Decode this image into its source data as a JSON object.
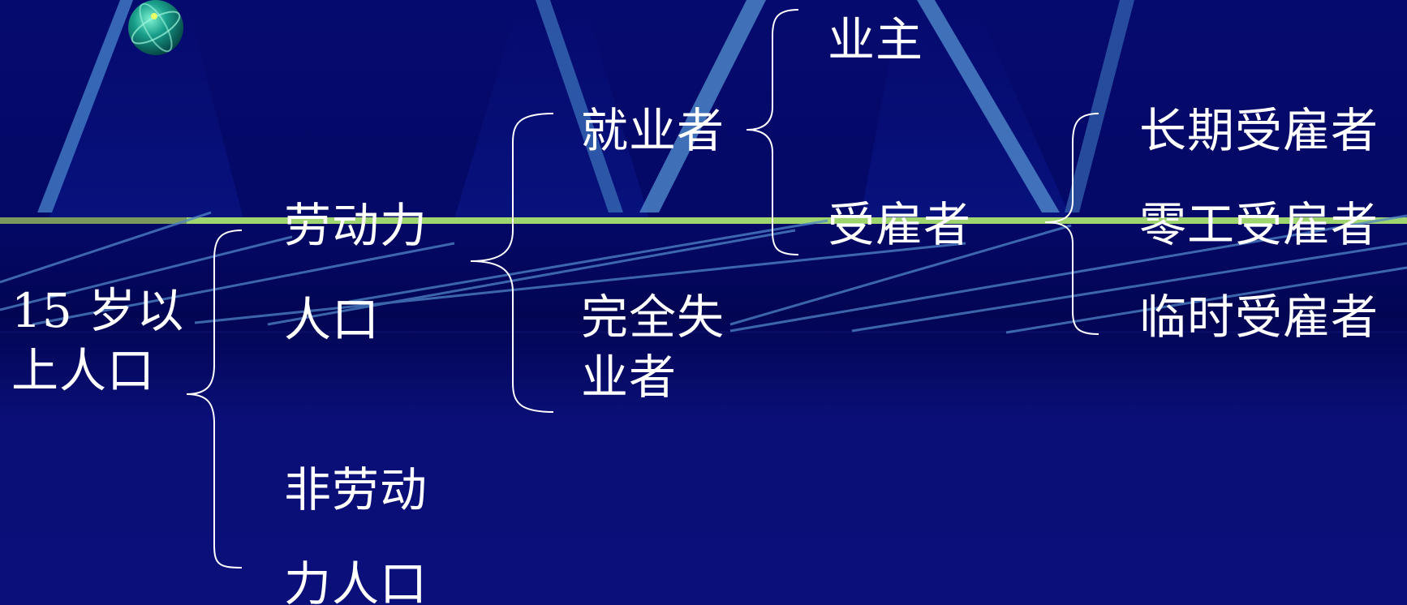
{
  "slide": {
    "background_color": "#06096b",
    "accent_line_color": "#a8e070",
    "text_color": "#ffffff",
    "decoration_icon": "globe-bullet-icon"
  },
  "diagram": {
    "root": {
      "line1": "15 岁以",
      "line2": "上人口"
    },
    "labor_force": {
      "line1": "劳动力",
      "line2": "人口"
    },
    "non_labor_force": {
      "line1": "非劳动",
      "line2": "力人口"
    },
    "employed": "就业者",
    "unemployed": {
      "line1": "完全失",
      "line2": "业者"
    },
    "owner": "业主",
    "employee": "受雇者",
    "long_term_employee": "长期受雇者",
    "odd_job_employee": "零工受雇者",
    "temporary_employee": "临时受雇者"
  }
}
